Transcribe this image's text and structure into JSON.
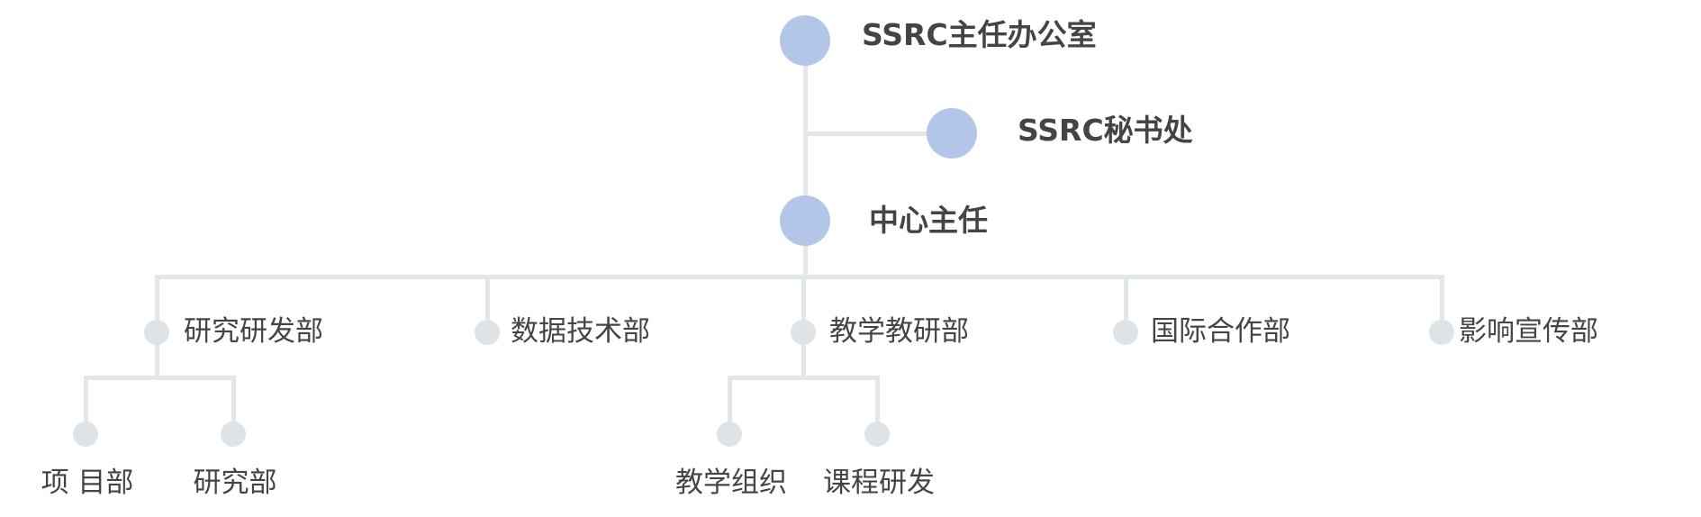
{
  "colors": {
    "primary_node": "#b3c6e7",
    "secondary_node": "#dde3e6",
    "line": "#e2e7ea",
    "text": "#444444"
  },
  "top": {
    "office": "SSRC主任办公室",
    "secretariat": "SSRC秘书处",
    "director": "中心主任"
  },
  "departments": [
    "研究研发部",
    "数据技术部",
    "教学教研部",
    "国际合作部",
    "影响宣传部"
  ],
  "research_sub": [
    "项 目部",
    "研究部"
  ],
  "teaching_sub": [
    "教学组织",
    "课程研发"
  ]
}
